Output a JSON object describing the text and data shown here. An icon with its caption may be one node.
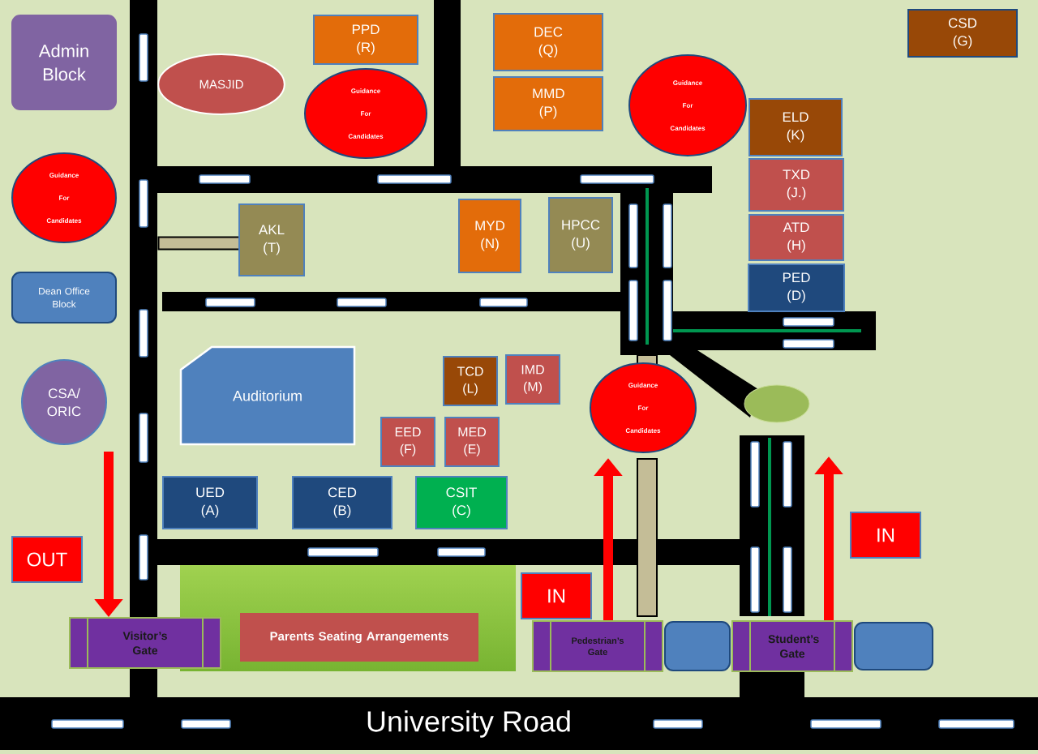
{
  "diagram": {
    "nodes": [
      {
        "text": [
          "Admin Block"
        ]
      },
      {
        "text": [
          "MASJID"
        ]
      },
      {
        "text": [
          "PPD (R)"
        ]
      },
      {
        "text": [
          "Guidance For Candidates"
        ]
      },
      {
        "text": [
          "DEC (Q)"
        ]
      },
      {
        "text": [
          "MMD (P)"
        ]
      },
      {
        "text": [
          "Guidance For Candidates"
        ]
      },
      {
        "text": [
          "CSD (G)"
        ]
      },
      {
        "text": [
          "ELD (K)"
        ]
      },
      {
        "text": [
          "Guidance For Candidates"
        ]
      },
      {
        "text": [
          "TXD (J.)"
        ]
      },
      {
        "text": [
          "AKL (T)"
        ]
      },
      {
        "text": [
          "MYD (N)"
        ]
      },
      {
        "text": [
          "HPCC (U)"
        ]
      },
      {
        "text": [
          "ATD (H)"
        ]
      },
      {
        "text": [
          "Dean Office Block"
        ]
      },
      {
        "text": [
          "PED (D)"
        ]
      },
      {
        "text": [
          "Auditorium"
        ]
      },
      {
        "text": [
          "TCD (L)"
        ]
      },
      {
        "text": [
          "IMD (M)"
        ]
      },
      {
        "text": [
          "CSA/ ORIC"
        ]
      },
      {
        "text": [
          "Guidance For Candidates"
        ]
      },
      {
        "text": [
          "EED (F)"
        ]
      },
      {
        "text": [
          "MED (E)"
        ]
      },
      {
        "text": [
          "UED (A)"
        ]
      },
      {
        "text": [
          "CED (B)"
        ]
      },
      {
        "text": [
          "CSIT (C)"
        ]
      },
      {
        "text": [
          "OUT"
        ]
      },
      {
        "text": [
          "IN"
        ]
      },
      {
        "text": [
          "IN"
        ]
      },
      {
        "text": [
          "Visitor’s Gate"
        ]
      },
      {
        "text": [
          "Parents Seating Arrangements"
        ]
      },
      {
        "text": [
          "Pedestrian’s Gate"
        ]
      },
      {
        "text": [],
        "shape": "box"
      },
      {
        "text": [
          "Student’s Gate"
        ]
      },
      {
        "text": [],
        "shape": "box"
      },
      {
        "text": [],
        "shape": "bar"
      },
      {
        "text": [],
        "shape": "bar"
      },
      {
        "text": [],
        "shape": "bar"
      }
    ],
    "edges": [
      {
        "from": null,
        "to": 30,
        "arrow": "to"
      },
      {
        "from": 32,
        "to": null,
        "arrow": "to"
      },
      {
        "from": 34,
        "to": null,
        "arrow": "to"
      }
    ],
    "labels": [
      "University Road"
    ]
  }
}
